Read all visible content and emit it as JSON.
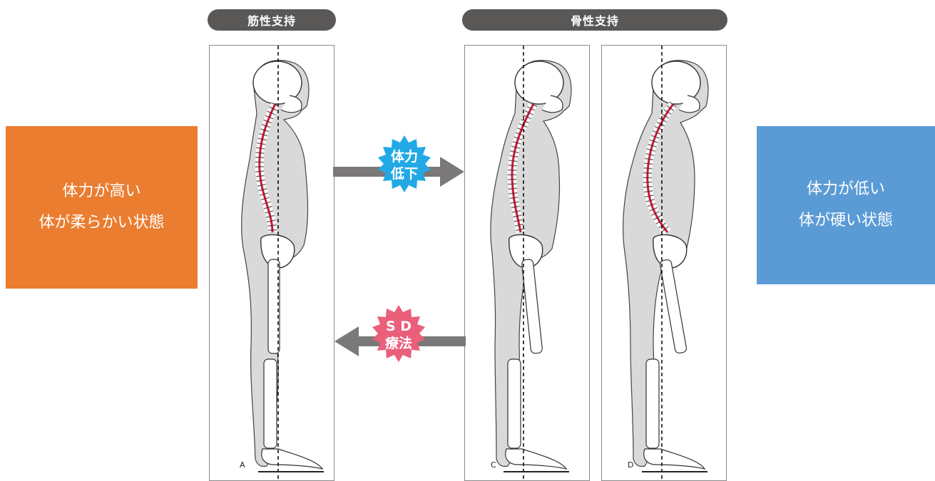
{
  "header": {
    "left_pill": "筋性支持",
    "right_pill": "骨性支持"
  },
  "left_state": {
    "line1": "体力が高い",
    "line2": "体が柔らかい状態",
    "color": "#ea7d30"
  },
  "right_state": {
    "line1": "体力が低い",
    "line2": "体が硬い状態",
    "color": "#5b9bd5"
  },
  "forward_arrow": {
    "badge_line1": "体力",
    "badge_line2": "低下",
    "badge_color": "#22a9e5"
  },
  "back_arrow": {
    "badge_line1": "S D",
    "badge_line2": "療法",
    "badge_color": "#ea5f7a"
  },
  "panels": [
    {
      "label": "A"
    },
    {
      "label": "C"
    },
    {
      "label": "D"
    }
  ],
  "colors": {
    "pill": "#5a5857",
    "arrow": "#7a7878",
    "spine_red": "#d8143a",
    "body_fill": "#d9d9d9"
  }
}
